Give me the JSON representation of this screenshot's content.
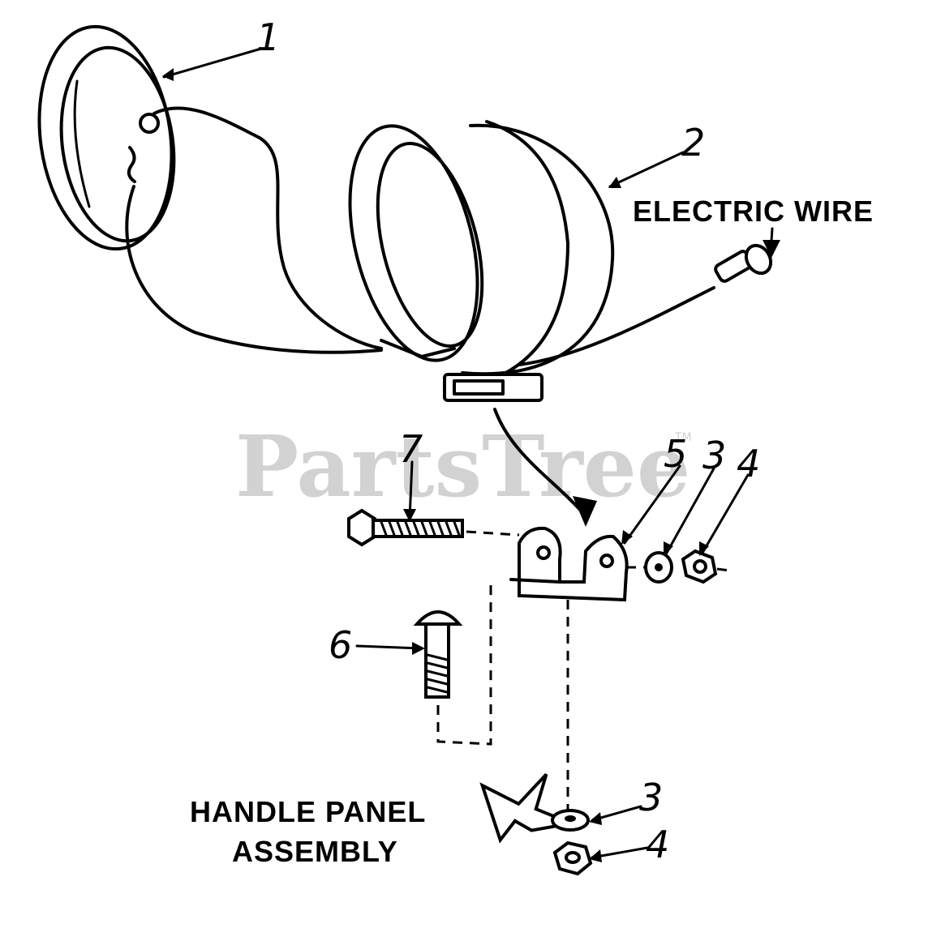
{
  "watermark": {
    "text": "PartsTree",
    "mark": "TM"
  },
  "callouts": [
    "1",
    "2",
    "3",
    "4",
    "5",
    "6",
    "7",
    "3",
    "4"
  ],
  "labels": {
    "electric_wire": "ELECTRIC WIRE",
    "handle_panel_line1": "HANDLE PANEL",
    "handle_panel_line2": "ASSEMBLY"
  }
}
